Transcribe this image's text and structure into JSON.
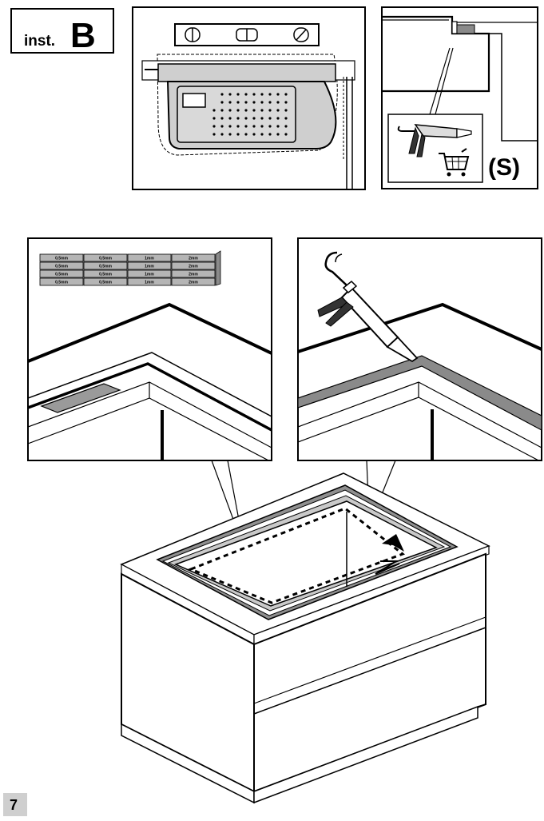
{
  "header": {
    "inst_prefix": "inst.",
    "inst_letter": "B"
  },
  "consumable_marker": "(S)",
  "shim_labels": {
    "col1": [
      "0,5mm",
      "0,5mm",
      "0,5mm",
      "0,5mm"
    ],
    "col2": [
      "0,5mm",
      "0,5mm",
      "0,5mm",
      "0,5mm"
    ],
    "col3": [
      "1mm",
      "1mm",
      "1mm",
      "1mm"
    ],
    "col4": [
      "2mm",
      "2mm",
      "2mm",
      "2mm"
    ]
  },
  "page_number": "7"
}
